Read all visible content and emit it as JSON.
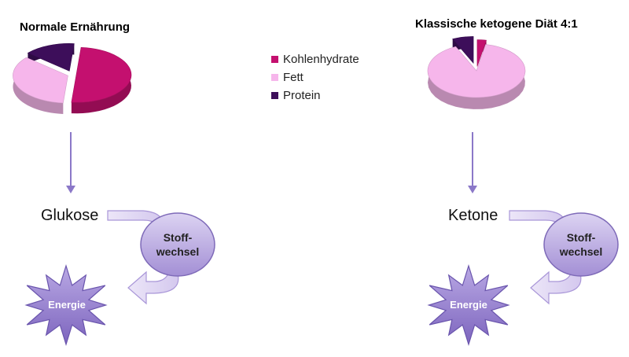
{
  "colors": {
    "kohlenhydrate": "#C4106F",
    "fett": "#F6B6EB",
    "protein": "#3D0E5A",
    "accent": "#A996D8"
  },
  "chart_data": [
    {
      "type": "pie",
      "title": "Normale Ernährung",
      "categories": [
        "Kohlenhydrate",
        "Fett",
        "Protein"
      ],
      "values": [
        50,
        35,
        15
      ]
    },
    {
      "type": "pie",
      "title": "Klassische ketogene Diät 4:1",
      "categories": [
        "Kohlenhydrate",
        "Fett",
        "Protein"
      ],
      "values": [
        3,
        90,
        7
      ]
    }
  ],
  "legend": [
    {
      "label": "Kohlenhydrate",
      "color": "#C4106F"
    },
    {
      "label": "Fett",
      "color": "#F6B6EB"
    },
    {
      "label": "Protein",
      "color": "#3D0E5A"
    }
  ],
  "left_flow": {
    "source": "Glukose",
    "process_line1": "Stoff-",
    "process_line2": "wechsel",
    "result": "Energie"
  },
  "right_flow": {
    "source": "Ketone",
    "process_line1": "Stoff-",
    "process_line2": "wechsel",
    "result": "Energie"
  }
}
